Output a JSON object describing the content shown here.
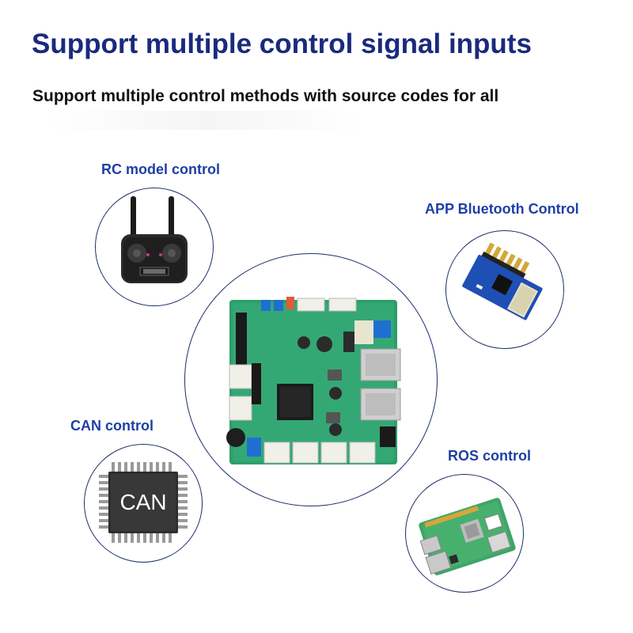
{
  "header": {
    "title": "Support multiple control signal inputs",
    "subtitle": "Support multiple control methods with source codes for all"
  },
  "controls": {
    "rc": {
      "label": "RC model control",
      "icon": "rc-transmitter-icon"
    },
    "bluetooth": {
      "label": "APP Bluetooth Control",
      "icon": "bluetooth-module-icon"
    },
    "can": {
      "label": "CAN control",
      "icon": "can-chip-icon",
      "chip_text": "CAN"
    },
    "ros": {
      "label": "ROS control",
      "icon": "raspberry-pi-board-icon"
    }
  },
  "center": {
    "icon": "driver-board-icon"
  },
  "colors": {
    "title": "#1a2a7c",
    "label": "#1f3fa6",
    "circle_border": "#1d2f6b",
    "board_green": "#2e9e6a"
  }
}
